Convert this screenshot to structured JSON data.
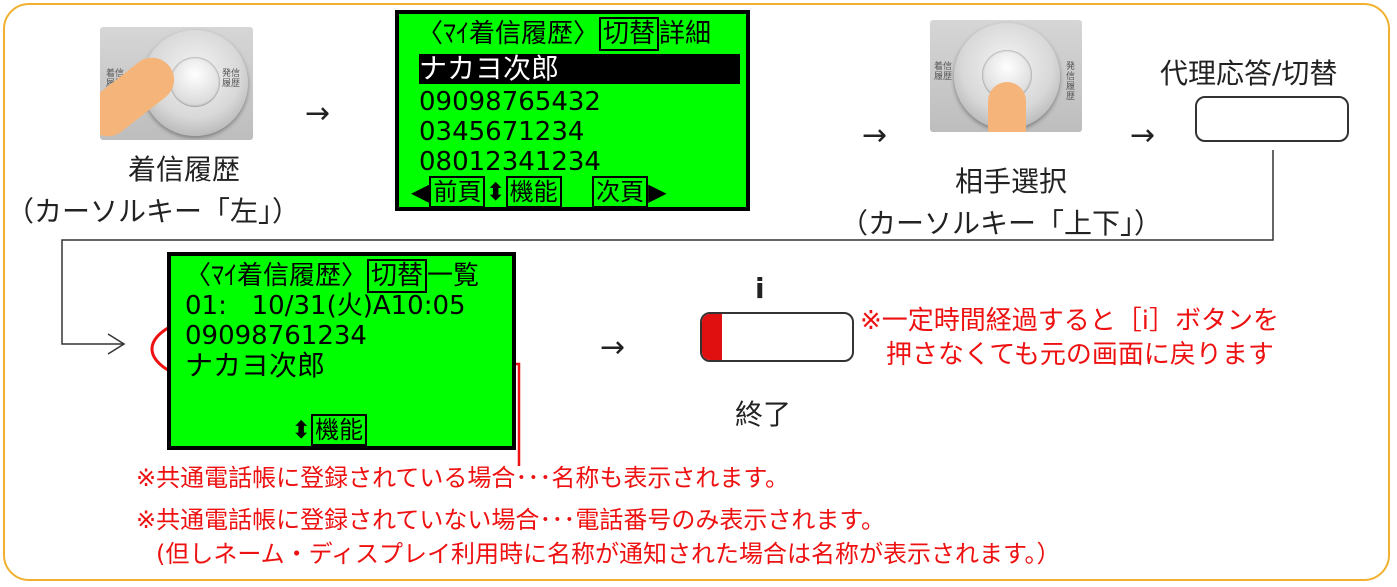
{
  "step1": {
    "label": "着信履歴",
    "sublabel": "（カーソルキー「左」）",
    "pad_label_left": "着信\n履歴",
    "pad_label_right": "発信\n履歴"
  },
  "screen1": {
    "header": "〈ﾏｲ着信履歴〉",
    "switch": "切替",
    "detail": "詳細",
    "selected_name": "ナカヨ次郎",
    "numbers": [
      "09098765432",
      "0345671234",
      "08012341234"
    ],
    "left_arrow": "◀",
    "prev": "前頁",
    "updown": "⬍",
    "func": "機能",
    "next": "次頁",
    "right_arrow": "▶"
  },
  "step2": {
    "label": "相手選択",
    "sublabel": "（カーソルキー「上下」）"
  },
  "step3": {
    "label": "代理応答/切替"
  },
  "screen2": {
    "header": "〈ﾏｲ着信履歴〉",
    "switch": "切替",
    "list": "一覧",
    "line1": "01:   10/31(火)A10:05",
    "number": "09098761234",
    "name": "ナカヨ次郎",
    "func": "機能",
    "updown": "⬍"
  },
  "step4": {
    "key_label": "i",
    "label": "終了"
  },
  "arrows": {
    "glyph": "→"
  },
  "notes": {
    "timeout_line1": "※一定時間経過すると［i］ボタンを",
    "timeout_line2": "押さなくても元の画面に戻ります",
    "registered": "※共通電話帳に登録されている場合･･･名称も表示されます。",
    "not_registered": "※共通電話帳に登録されていない場合･･･電話番号のみ表示されます。",
    "exception": "(但しネーム・ディスプレイ利用時に名称が通知された場合は名称が表示されます。）"
  },
  "colors": {
    "lcd": "#00ff00",
    "note": "#ee1111",
    "frame": "#f0b030",
    "finger": "#f5b57a"
  }
}
